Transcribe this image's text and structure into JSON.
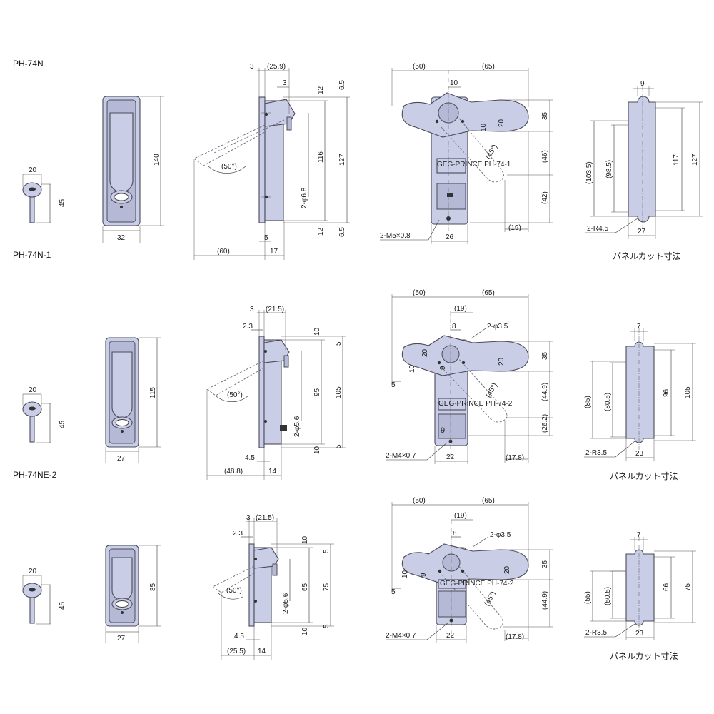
{
  "sections": [
    {
      "model": "PH-74N",
      "key": {
        "width": "20",
        "height": "45"
      },
      "front": {
        "width": "32",
        "height": "140"
      },
      "side": {
        "top_a": "3",
        "top_b": "(25.9)",
        "top_c": "3",
        "r1": "12",
        "r2": "6.5",
        "r3": "116",
        "r4": "127",
        "r5": "12",
        "r6": "6.5",
        "hole": "2-φ6.8",
        "angle": "(50°)",
        "b1": "5",
        "b2": "(60)",
        "b3": "17"
      },
      "rear": {
        "left": "(50)",
        "right": "(65)",
        "top": "10",
        "d_35": "35",
        "d_20": "20",
        "d_10": "10",
        "d_46": "(46)",
        "d_42": "(42)",
        "d_19": "(19)",
        "angle": "(45°)",
        "screw": "2-M5×0.8",
        "bottom": "26",
        "plate": "GEG-PRINCE PH-74-1"
      },
      "cut": {
        "top": "9",
        "h1": "(103.5)",
        "h2": "(98.5)",
        "h3": "117",
        "h4": "127",
        "radius": "2-R4.5",
        "width": "27",
        "caption": "パネルカット寸法"
      }
    },
    {
      "model": "PH-74N-1",
      "key": {
        "width": "20",
        "height": "45"
      },
      "front": {
        "width": "27",
        "height": "115"
      },
      "side": {
        "top_a": "3",
        "top_b": "(21.5)",
        "top_c": "2.3",
        "r1": "10",
        "r2": "5",
        "r3": "95",
        "r4": "105",
        "r5": "10",
        "r6": "5",
        "hole": "2-φ5.6",
        "angle": "(50°)",
        "b1": "4.5",
        "b2": "(48.8)",
        "b3": "14"
      },
      "rear": {
        "left": "(50)",
        "right": "(65)",
        "top": "(19)",
        "top2": "8",
        "hole": "2-φ3.5",
        "d_35": "35",
        "d_20": "20",
        "d_20b": "20",
        "d_9": "9",
        "d_10": "10",
        "d_5": "5",
        "d_449": "(44.9)",
        "d_262": "(26.2)",
        "d_178": "(17.8)",
        "angle": "(45°)",
        "screw": "2-M4×0.7",
        "bottom": "22",
        "plate": "GEG-PRINCE PH-74-2"
      },
      "cut": {
        "top": "7",
        "h1": "(85)",
        "h2": "(80.5)",
        "h3": "96",
        "h4": "105",
        "radius": "2-R3.5",
        "width": "23",
        "caption": "パネルカット寸法"
      }
    },
    {
      "model": "PH-74NE-2",
      "key": {
        "width": "20",
        "height": "45"
      },
      "front": {
        "width": "27",
        "height": "85"
      },
      "side": {
        "top_a": "3",
        "top_b": "(21.5)",
        "top_c": "2.3",
        "r1": "10",
        "r2": "5",
        "r3": "65",
        "r4": "75",
        "r5": "10",
        "r6": "5",
        "hole": "2-φ5.6",
        "angle": "(50°)",
        "b1": "4.5",
        "b2": "(25.5)",
        "b3": "14"
      },
      "rear": {
        "left": "(50)",
        "right": "(65)",
        "top": "(19)",
        "top2": "8",
        "hole": "2-φ3.5",
        "d_35": "35",
        "d_20": "20",
        "d_9": "9",
        "d_10": "10",
        "d_5": "5",
        "d_449": "(44.9)",
        "d_178": "(17.8)",
        "angle": "(45°)",
        "screw": "2-M4×0.7",
        "bottom": "22",
        "plate": "GEG-PRINCE PH-74-2"
      },
      "cut": {
        "top": "7",
        "h1": "(55)",
        "h2": "(50.5)",
        "h3": "66",
        "h4": "75",
        "radius": "2-R3.5",
        "width": "23",
        "caption": "パネルカット寸法"
      }
    }
  ]
}
